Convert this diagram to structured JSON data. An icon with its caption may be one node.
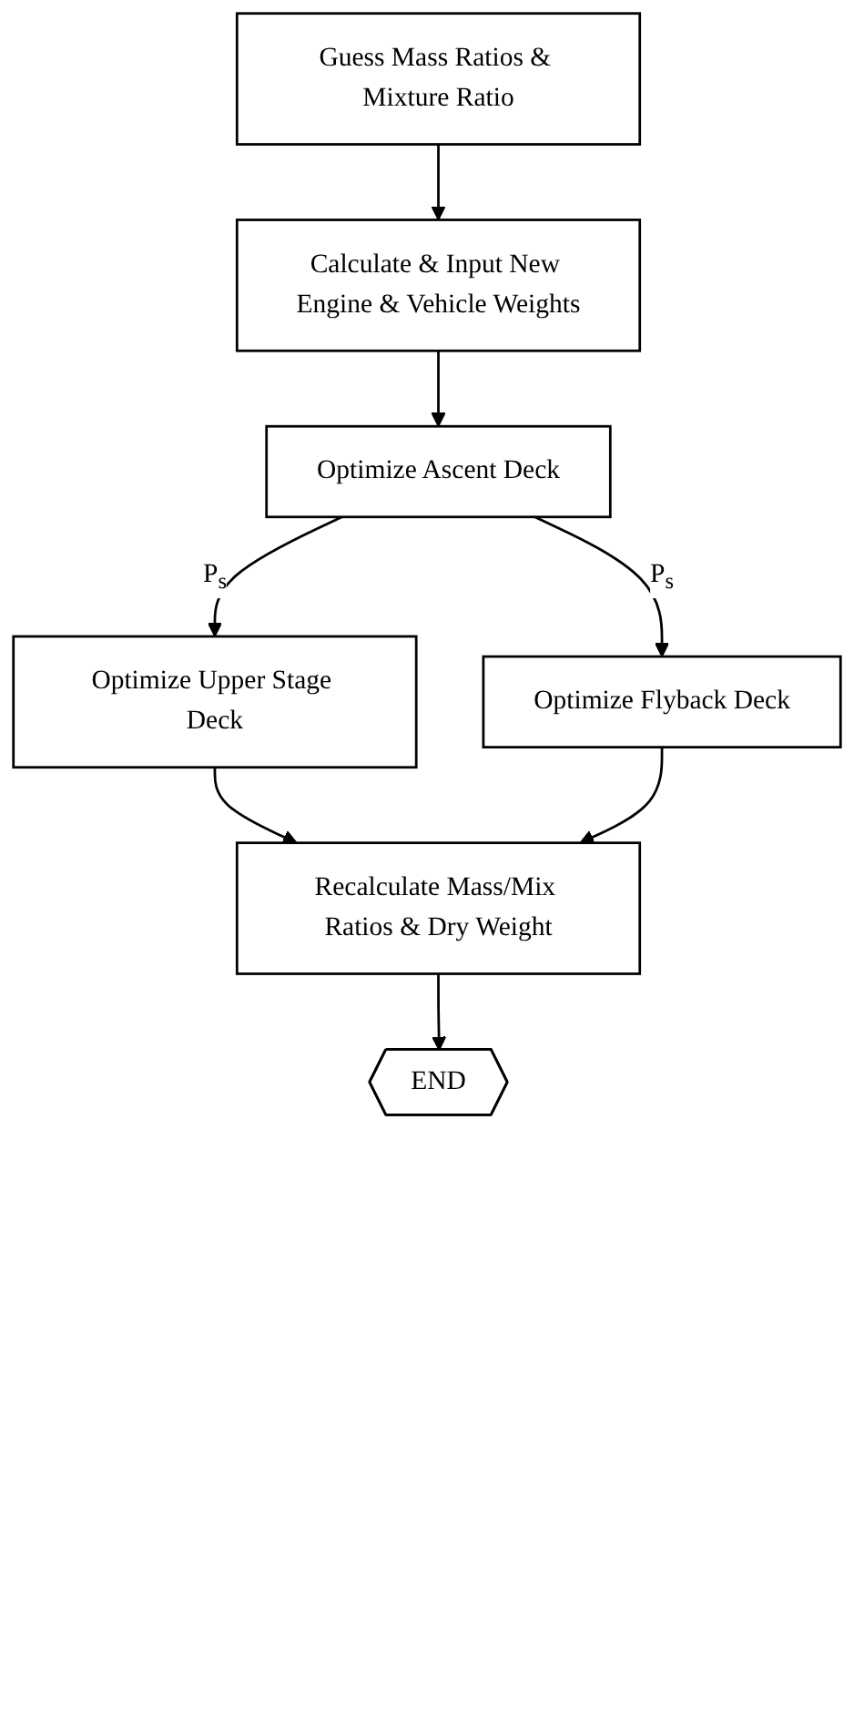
{
  "diagram": {
    "nodes": [
      {
        "text": [
          "Guess Mass Ratios & Mixture Ratio"
        ]
      },
      {
        "text": [
          "Calculate & Input New Engine & Vehicle Weights"
        ]
      },
      {
        "text": [
          "Optimize Ascent Deck"
        ]
      },
      {
        "text": [
          "Optimize Upper Stage Deck"
        ]
      },
      {
        "text": [
          "Optimize Flyback Deck"
        ]
      },
      {
        "text": [
          "Recalculate Mass/Mix Ratios & Dry Weight"
        ]
      },
      {
        "text": [
          "END"
        ]
      }
    ],
    "edges": [
      {
        "from": 0,
        "to": 1,
        "arrow": "to"
      },
      {
        "from": 1,
        "to": 2,
        "arrow": "to"
      },
      {
        "from": 2,
        "to": 3,
        "arrow": "to",
        "label": "P$_{s}$"
      },
      {
        "from": 2,
        "to": 4,
        "arrow": "to",
        "label": "P$_{s}$"
      },
      {
        "from": 3,
        "to": 5,
        "arrow": "to"
      },
      {
        "from": 4,
        "to": 5,
        "arrow": "to"
      },
      {
        "from": 5,
        "to": 6,
        "arrow": "to"
      }
    ]
  }
}
